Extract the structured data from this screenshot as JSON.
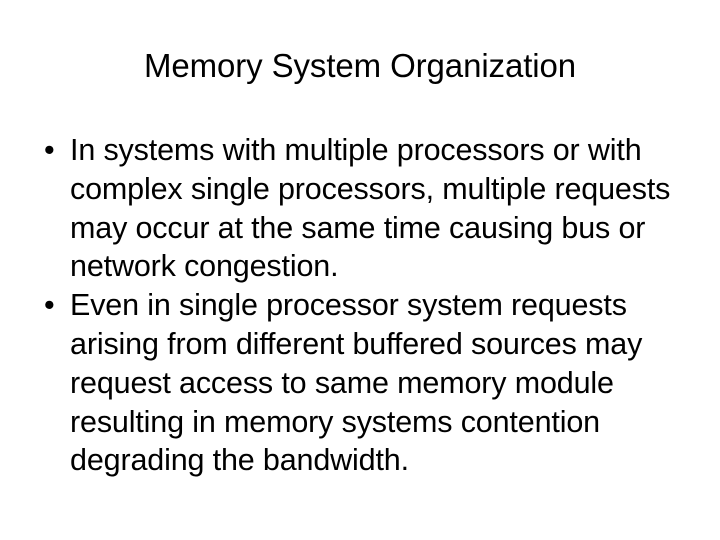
{
  "slide": {
    "title": "Memory System Organization",
    "background_color": "#ffffff",
    "text_color": "#000000",
    "bullet_glyph": "•",
    "bullets": [
      {
        "marker": "•",
        "text": "In systems with multiple processors or with complex single processors, multiple requests may occur at the same time causing bus or network congestion."
      },
      {
        "marker": "•",
        "text": "Even in single processor system requests arising from different buffered sources may request access to same memory module resulting in memory systems contention degrading the bandwidth."
      }
    ]
  }
}
